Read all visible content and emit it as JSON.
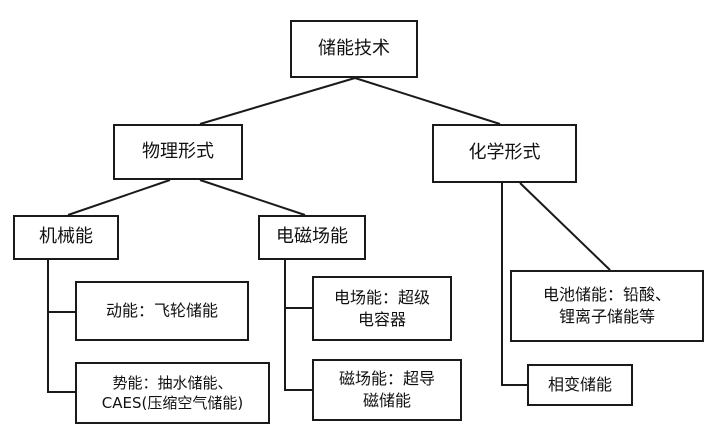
{
  "diagram": {
    "root": "储能技术",
    "physical": "物理形式",
    "chemical": "化学形式",
    "mechanical": "机械能",
    "electromagnetic": "电磁场能",
    "kinetic": "动能：飞轮储能",
    "potential": "势能：抽水储能、\nCAES(压缩空气储能)",
    "em_field": "电场能：超级\n电容器",
    "magnetic": "磁场能：超导\n磁储能",
    "battery": "电池储能：铅酸、\n锂离子储能等",
    "phase_change": "相变储能"
  }
}
